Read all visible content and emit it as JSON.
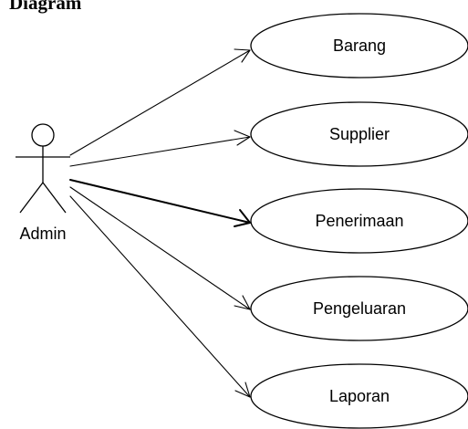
{
  "header": {
    "title": "Diagram"
  },
  "actor": {
    "name": "Admin"
  },
  "use_cases": [
    {
      "label": "Barang"
    },
    {
      "label": "Supplier"
    },
    {
      "label": "Penerimaan"
    },
    {
      "label": "Pengeluaran"
    },
    {
      "label": "Laporan"
    }
  ]
}
